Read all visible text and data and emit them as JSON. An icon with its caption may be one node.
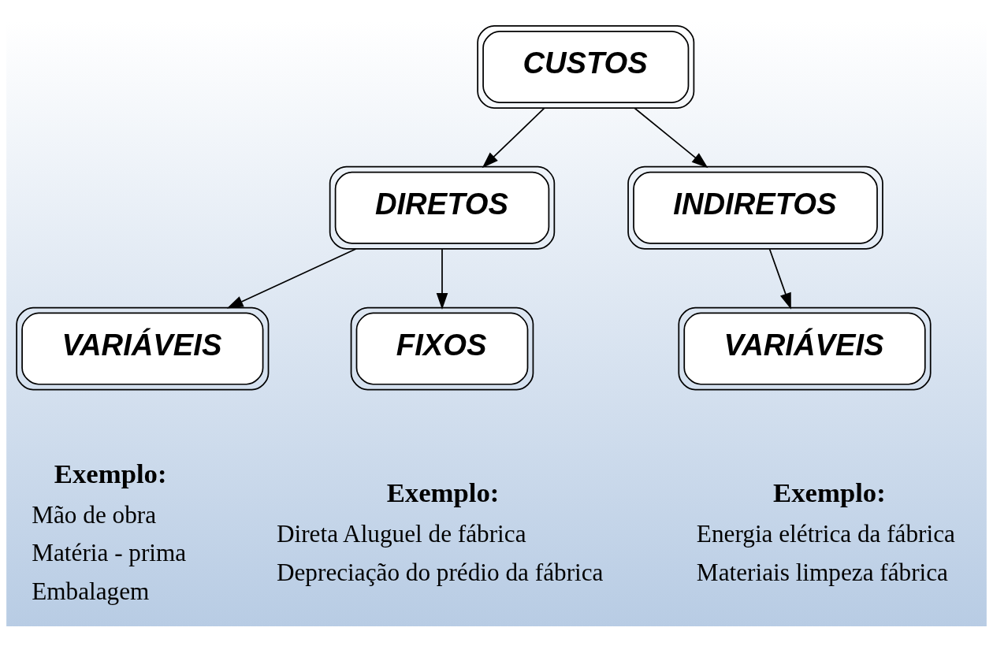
{
  "diagram": {
    "nodes": [
      {
        "text": [
          "CUSTOS"
        ]
      },
      {
        "text": [
          "DIRETOS"
        ]
      },
      {
        "text": [
          "INDIRETOS"
        ]
      },
      {
        "text": [
          "VARIÁVEIS"
        ]
      },
      {
        "text": [
          "FIXOS"
        ]
      },
      {
        "text": [
          "VARIÁVEIS"
        ]
      }
    ],
    "edges": [
      {
        "from": 0,
        "to": 1,
        "arrow": "to"
      },
      {
        "from": 0,
        "to": 2,
        "arrow": "to"
      },
      {
        "from": 1,
        "to": 3,
        "arrow": "to"
      },
      {
        "from": 1,
        "to": 4,
        "arrow": "to"
      },
      {
        "from": 2,
        "to": 5,
        "arrow": "to"
      }
    ],
    "labels": [
      "Exemplo:",
      "Exemplo:",
      "Exemplo:",
      "Mão de obra",
      "Direta Aluguel de fábrica",
      "Energia elétrica da fábrica",
      "Matéria - prima",
      "Depreciação do prédio da fábrica",
      "Materiais limpeza fábrica",
      "Embalagem"
    ]
  }
}
